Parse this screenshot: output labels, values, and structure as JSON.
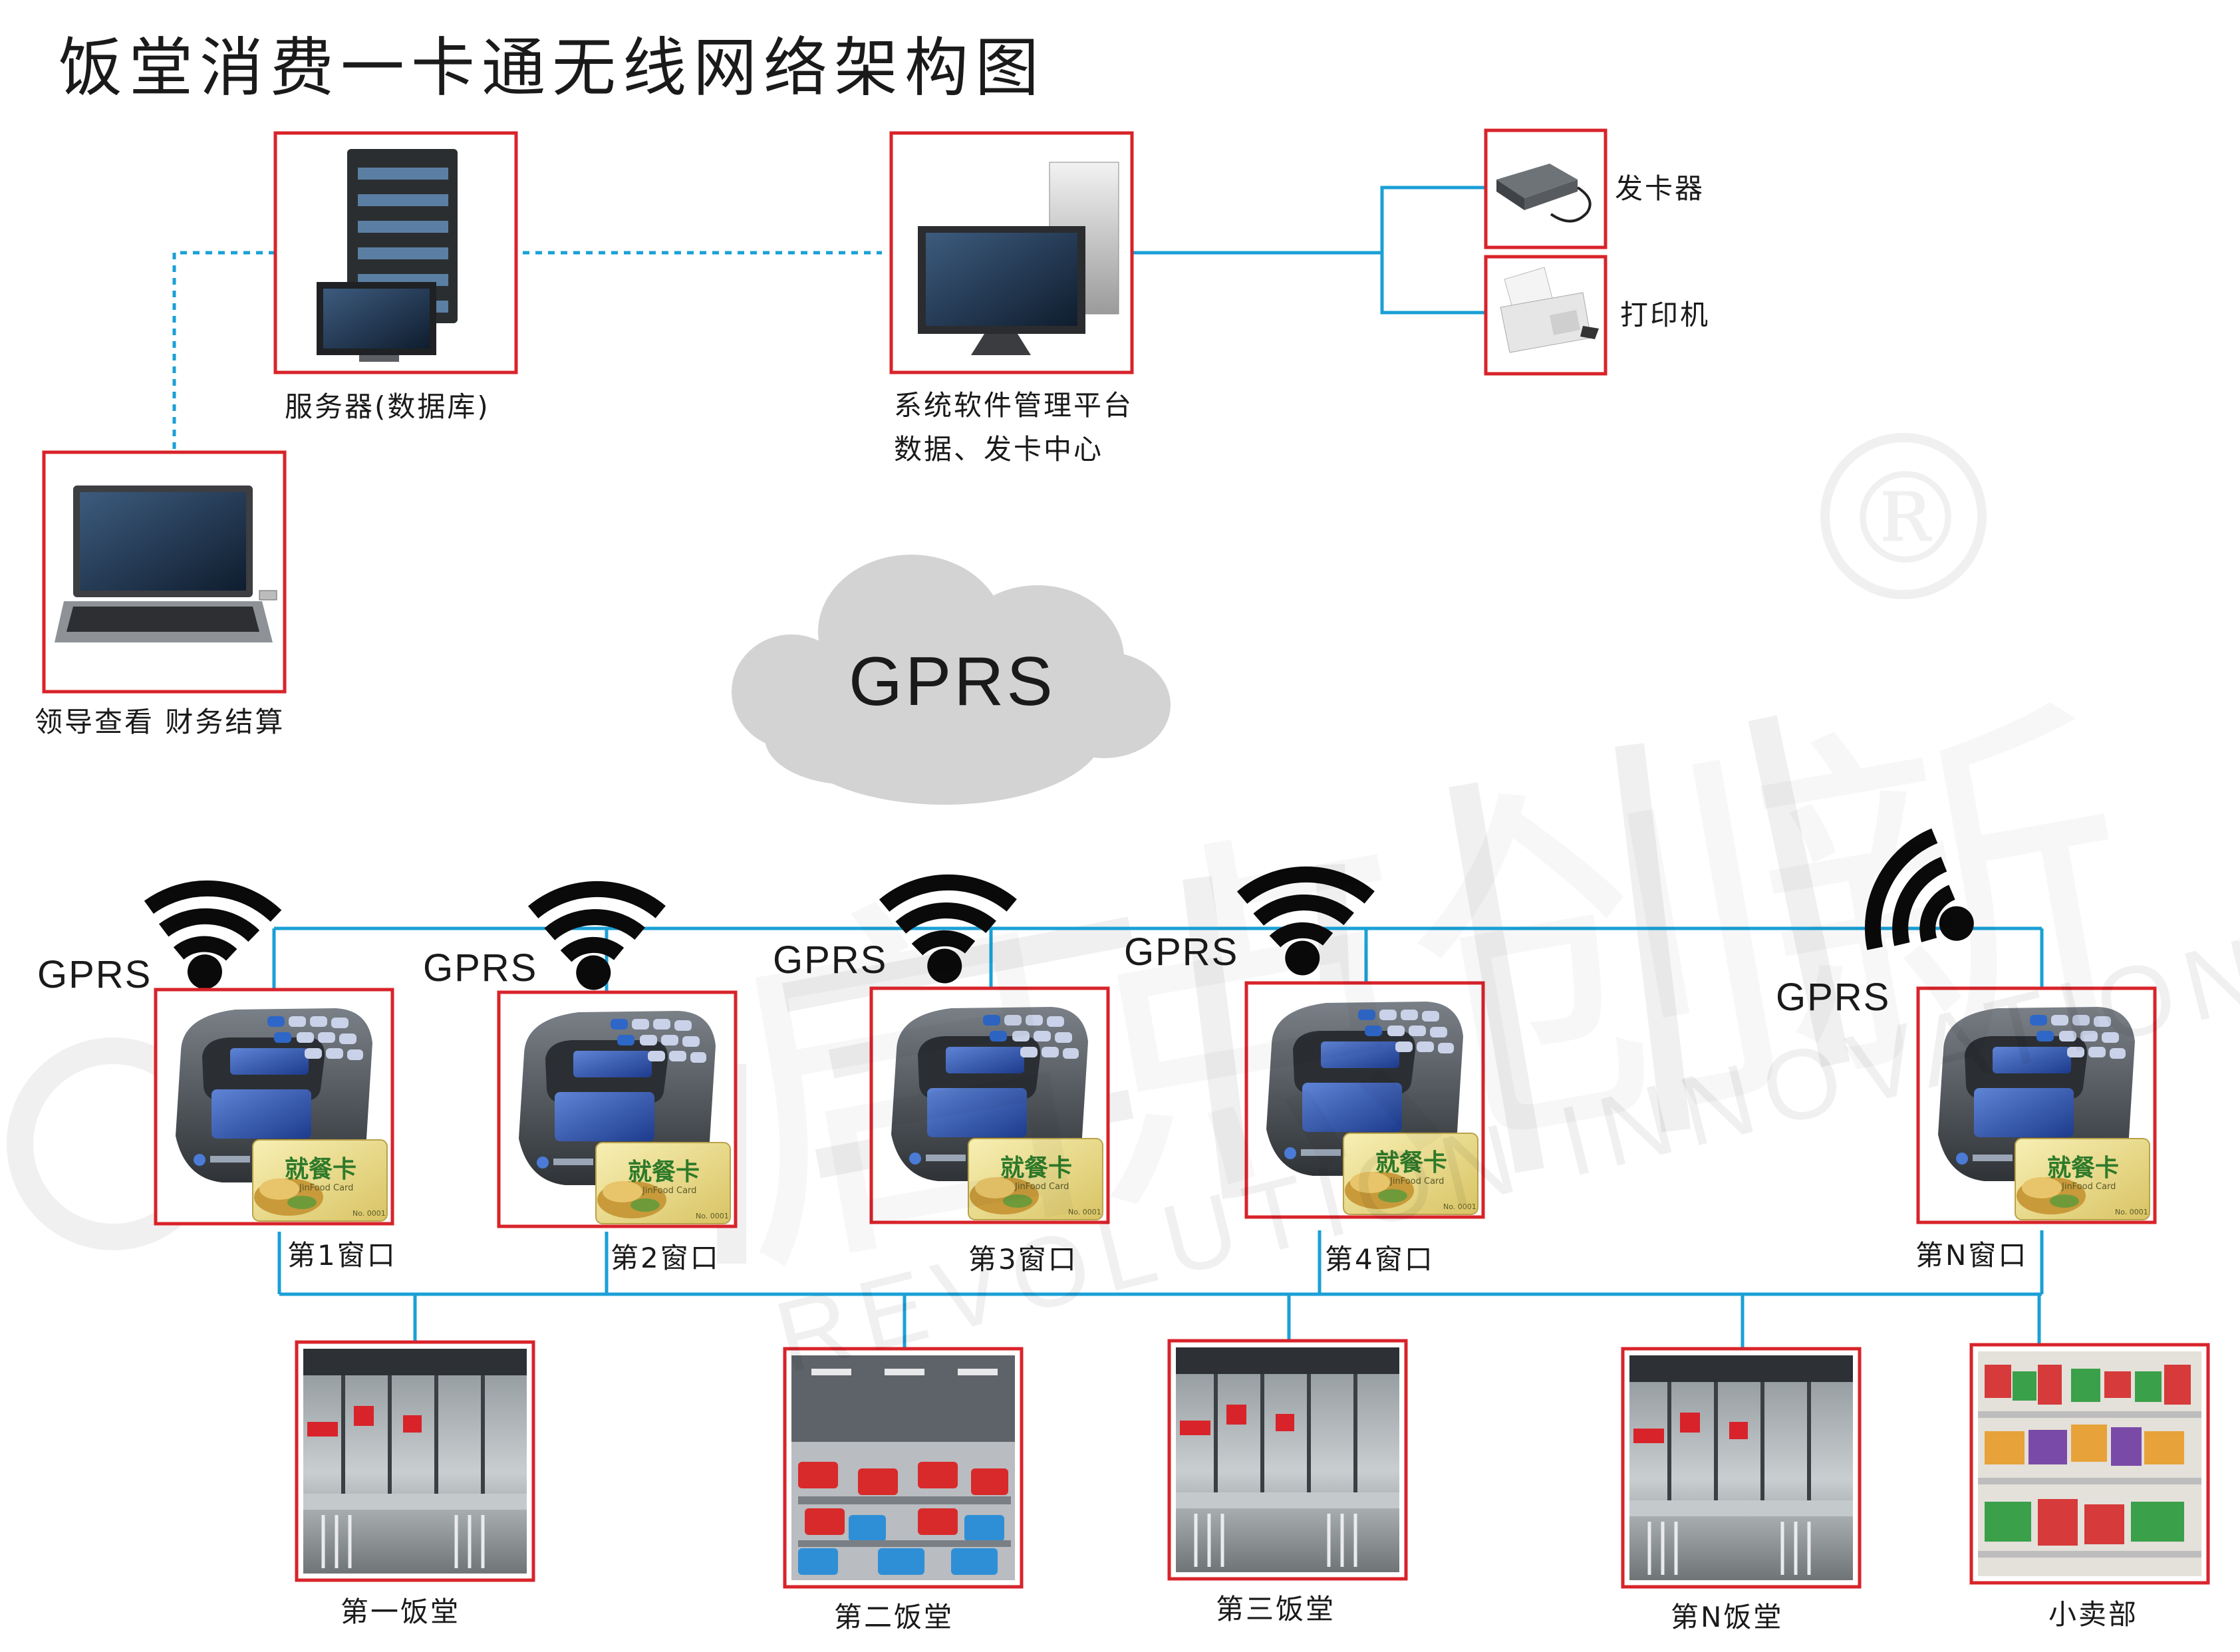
{
  "title": "饭堂消费一卡通无线网络架构图",
  "devices": {
    "server": "服务器(数据库)",
    "platform_line1": "系统软件管理平台",
    "platform_line2": "数据、发卡中心",
    "card_issuer": "发卡器",
    "printer": "打印机",
    "leader": "领导查看 财务结算"
  },
  "cloud": "GPRS",
  "card_text": "就餐卡",
  "card_sub": "JinFood Card",
  "card_no": "No. 0001",
  "wireless_label": "GPRS",
  "windows": [
    "第1窗口",
    "第2窗口",
    "第3窗口",
    "第4窗口",
    "第N窗口"
  ],
  "venues": [
    "第一饭堂",
    "第二饭堂",
    "第三饭堂",
    "第N饭堂",
    "小卖部"
  ],
  "watermark": {
    "brand": "启点创新",
    "slogan": "REVOLUTION INNOVATION",
    "mark": "®"
  },
  "colors": {
    "frame": "#d8232a",
    "line": "#1aa0d6",
    "text": "#1a1a1a",
    "cloud": "#d3d3d3"
  }
}
